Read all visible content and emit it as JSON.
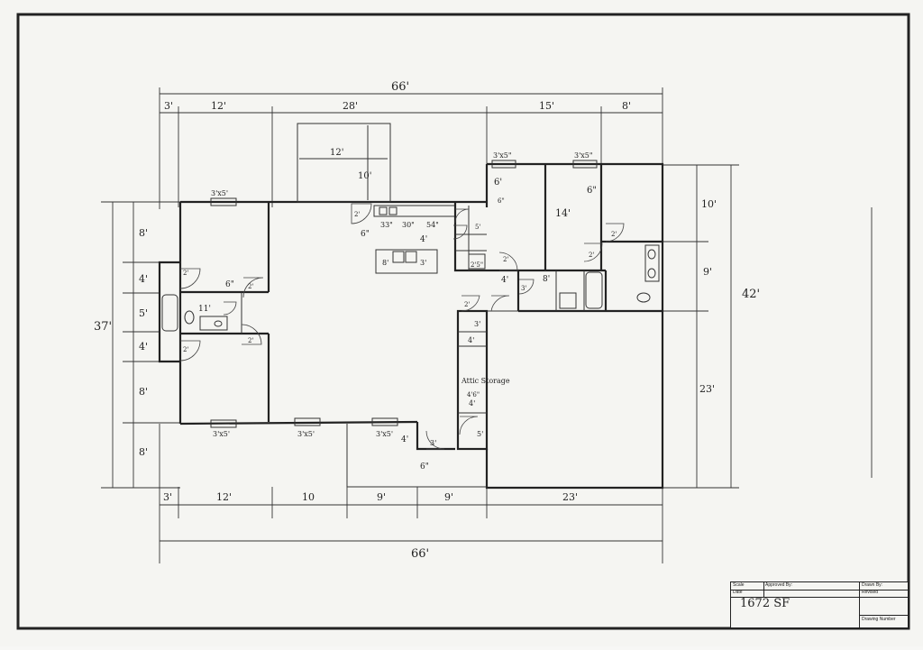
{
  "plan": {
    "dims_top": {
      "overall": "66'",
      "d1": "3'",
      "d2": "12'",
      "d3": "28'",
      "d4": "15'",
      "d5": "8'"
    },
    "dims_bottom": {
      "d1": "3'",
      "d2": "12'",
      "d3": "10",
      "d4": "9'",
      "d5": "9'",
      "d6": "23'",
      "overall": "66'"
    },
    "dims_left": {
      "overall": "37'",
      "d1": "8'",
      "d2": "4'",
      "d3": "5'",
      "d4": "4'",
      "d5": "8'",
      "d6": "8'"
    },
    "dims_right": {
      "overall": "42'",
      "d1": "10'",
      "d2": "9'",
      "d3": "23'"
    },
    "porch": {
      "width": "12'",
      "depth": "10'"
    },
    "windows": {
      "w1": "3'x5'",
      "w2": "3'x5'",
      "w3": "3'x5'",
      "w4": "3'x5'",
      "w5": "3'x5\"",
      "w6": "3'x5\""
    },
    "labels": {
      "kitchen_33": "33\"",
      "kitchen_30": "30\"",
      "kitchen_54": "54\"",
      "island_4": "4'",
      "island_8": "8'",
      "island_3": "3'",
      "six_a": "6\"",
      "six_b": "6'",
      "six_c": "6\"",
      "six_d": "6\"",
      "fourteen": "14'",
      "room_11": "11'",
      "bed_6": "6\"",
      "eight_utility": "8'",
      "four_utility": "4'",
      "two_a": "2'",
      "two_b": "2'",
      "two_c": "2'",
      "two_d": "2'",
      "two_e": "2'",
      "two_f": "2'",
      "two_g": "2'",
      "two_h": "2'",
      "closet_3": "3'",
      "closet_4": "4'",
      "closet_5": "5'",
      "closet_25": "2'5\"",
      "hall_4": "4'",
      "hall_2": "2'",
      "hall_3": "3'",
      "step_4": "4'",
      "attic": "Attic Storage",
      "attic_sub": "4'6\"",
      "hall_5": "5'",
      "door_6": "6\"",
      "door_3": "3'"
    }
  },
  "title_block": {
    "scale_label": "Scale",
    "date_label": "Date",
    "approved_label": "Approved By:",
    "drawn_label": "Drawn By:",
    "revised_label": "Revised",
    "drawing_number_label": "Drawing Number",
    "area": "1672 SF"
  }
}
